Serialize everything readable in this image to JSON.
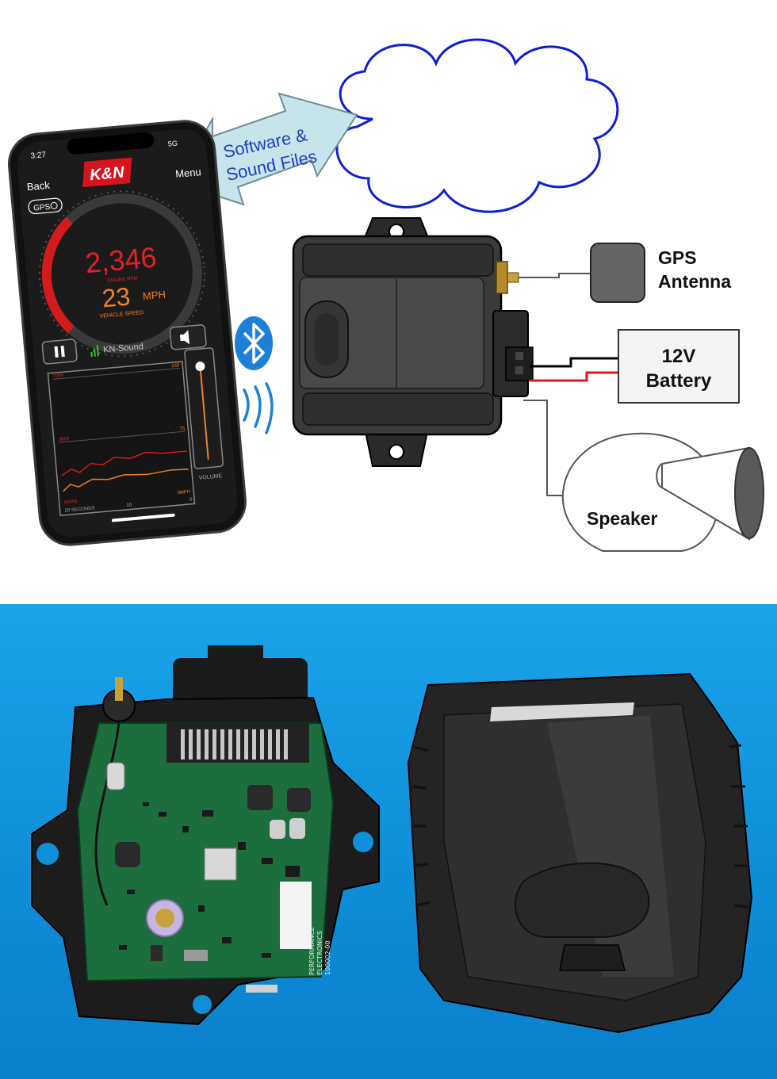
{
  "cloud_arrow": {
    "line1": "Software &",
    "line2": "Sound Files"
  },
  "phone": {
    "time": "3:27",
    "signal": "5G",
    "back": "Back",
    "menu": "Menu",
    "brand": "K&N",
    "gps_chip": "GPS",
    "rpm_value": "2,346",
    "rpm_caption": "ENGINE RPM",
    "speed_value": "23",
    "speed_unit": "MPH",
    "speed_caption": "VEHICLE SPEED",
    "sound_label": "KN-Sound",
    "graph": {
      "y_left_top": "7200",
      "y_left_mid": "3600",
      "y_left_bottom": "0RPM",
      "y_right_top": "150",
      "y_right_mid": "75",
      "y_right_bottom": "0MPH",
      "x_left": "20 SECONDS",
      "x_mid": "10",
      "x_right": "0"
    },
    "volume_label": "VOLUME"
  },
  "components": {
    "gps_line1": "GPS",
    "gps_line2": "Antenna",
    "battery_line1": "12V",
    "battery_line2": "Battery",
    "speaker": "Speaker"
  },
  "pcb_label": {
    "l1": "PERFORMANCE",
    "l2": "ELECTRONICS",
    "l3": "100002-00"
  },
  "colors": {
    "cloud": "#0d1fd1",
    "arrow_fill": "#c6e4ea",
    "arrow_text": "#1f3fbf",
    "bluetooth": "#1e7fd8",
    "wire_red": "#e01818",
    "photo_bg": "#1599e2"
  }
}
